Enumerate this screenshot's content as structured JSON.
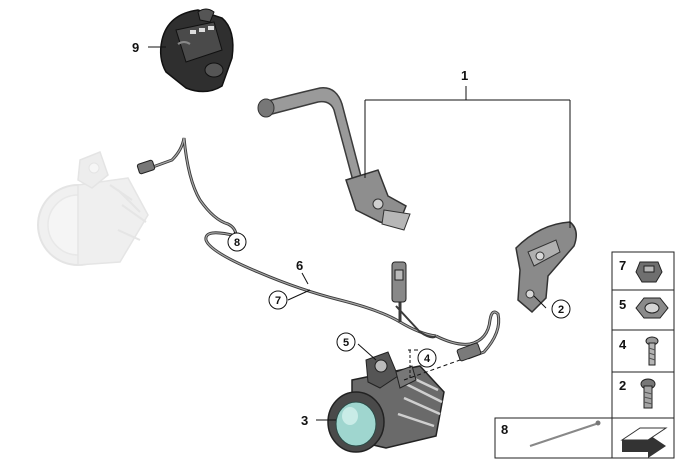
{
  "callouts": {
    "c1": "1",
    "c3": "3",
    "c6": "6",
    "c9": "9",
    "c2": "2",
    "c4": "4",
    "c5": "5",
    "c7": "7",
    "c8": "8"
  },
  "legend": {
    "rows": [
      "7",
      "5",
      "4",
      "2"
    ],
    "bottom_label": "8"
  },
  "watermark": "",
  "colors": {
    "part_dark": "#3a3a3a",
    "part_mid": "#7a7a7a",
    "part_light": "#b5b5b5",
    "ghost": "#dcdcdc",
    "lens": "#9fd6cf",
    "line": "#111111"
  }
}
